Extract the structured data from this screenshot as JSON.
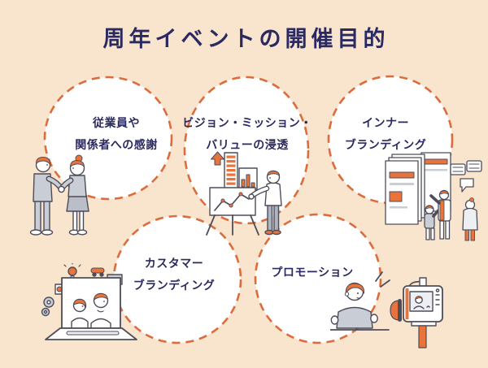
{
  "page": {
    "title": "周年イベントの開催目的"
  },
  "theme": {
    "background": "#F9E4CE",
    "circle_fill": "#FFFFFF",
    "circle_border_dashed": "#DD6C3C",
    "heading_text": "#2B2A60",
    "label_text": "#2B2A60",
    "illustration_accent_orange": "#E8743C",
    "illustration_gray": "#C9CDD6",
    "illustration_outline": "#4D4D5A"
  },
  "purposes": [
    {
      "label_lines": [
        "従業員や",
        "関係者への感謝"
      ],
      "illustration": "handshake-greeting-icon"
    },
    {
      "label_lines": [
        "ビジョン・ミッション・",
        "バリューの浸透"
      ],
      "illustration": "chart-presentation-icon"
    },
    {
      "label_lines": [
        "インナー",
        "ブランディング"
      ],
      "illustration": "poster-exhibition-icon"
    },
    {
      "label_lines": [
        "カスタマー",
        "ブランディング"
      ],
      "illustration": "online-meeting-laptop-icon"
    },
    {
      "label_lines": [
        "プロモーション"
      ],
      "illustration": "video-streaming-camera-icon"
    }
  ]
}
